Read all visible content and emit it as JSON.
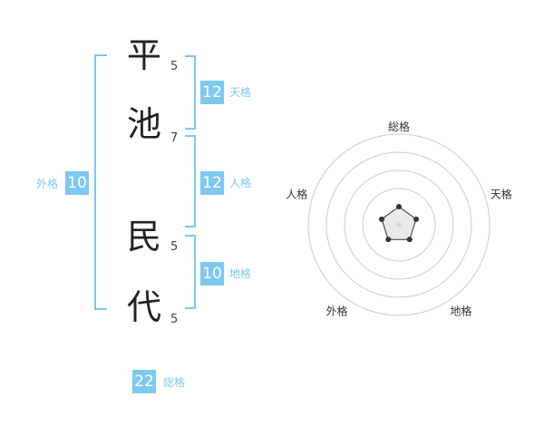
{
  "name_chars": [
    {
      "char": "平",
      "strokes": "5"
    },
    {
      "char": "池",
      "strokes": "7"
    },
    {
      "char": "民",
      "strokes": "5"
    },
    {
      "char": "代",
      "strokes": "5"
    }
  ],
  "kakusu": {
    "tenkaku": {
      "value": "12",
      "label": "天格"
    },
    "jinkaku": {
      "value": "12",
      "label": "人格"
    },
    "chikaku": {
      "value": "10",
      "label": "地格"
    },
    "gaikaku": {
      "value": "10",
      "label": "外格"
    },
    "soukaku": {
      "value": "22",
      "label": "総格"
    }
  },
  "radar": {
    "labels": [
      "総格",
      "天格",
      "地格",
      "外格",
      "人格"
    ],
    "values": [
      0.2,
      0.2,
      0.2,
      0.2,
      0.2
    ],
    "rings": 4,
    "color_line": "#333333",
    "color_ring": "#cccccc"
  },
  "colors": {
    "accent": "#7ec8f2"
  }
}
